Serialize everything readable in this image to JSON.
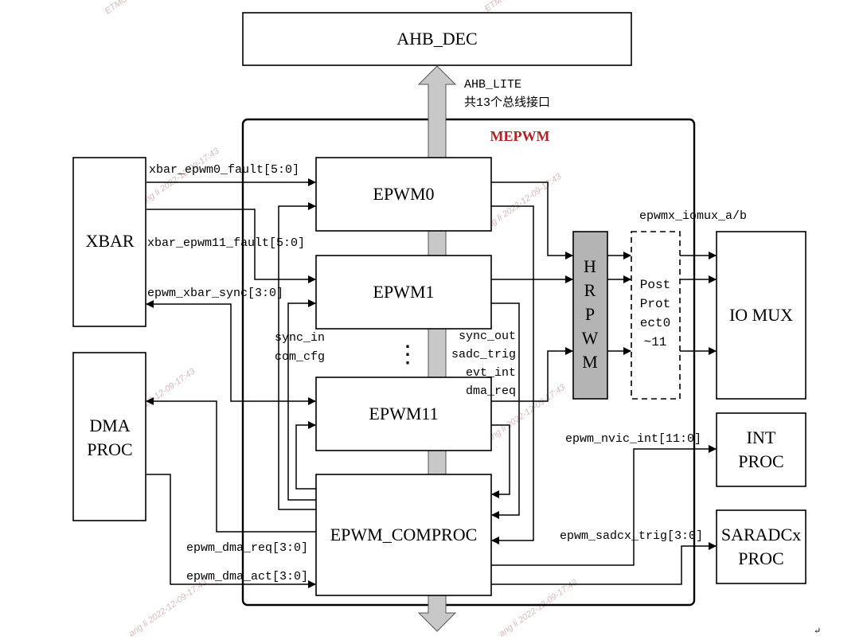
{
  "diagram": {
    "top_block": "AHB_DEC",
    "bus_label_1": "AHB_LITE",
    "bus_label_2": "共13个总线接口",
    "container_title": "MEPWM",
    "blocks": {
      "xbar": "XBAR",
      "dma_line1": "DMA",
      "dma_line2": "PROC",
      "epwm0": "EPWM0",
      "epwm1": "EPWM1",
      "epwm11": "EPWM11",
      "compproc": "EPWM_COMPROC",
      "hrpwm_letters": [
        "H",
        "R",
        "P",
        "W",
        "M"
      ],
      "post_lines": [
        "Post",
        "Prot",
        "ect0",
        "~11"
      ],
      "io_mux": "IO MUX",
      "int_line1": "INT",
      "int_line2": "PROC",
      "saradc_line1": "SARADCx",
      "saradc_line2": "PROC"
    },
    "signals": {
      "xbar_fault0": "xbar_epwm0_fault[5:0]",
      "xbar_fault11": "xbar_epwm11_fault[5:0]",
      "xbar_sync": "epwm_xbar_sync[3:0]",
      "sync_in": "sync_in",
      "com_cfg": "com_cfg",
      "sync_out": "sync_out",
      "sadc_trig": "sadc_trig",
      "evt_int": "evt_int",
      "dma_req_short": "dma_req",
      "iomux": "epwmx_iomux_a/b",
      "nvic_int": "epwm_nvic_int[11:0]",
      "sadcx_trig": "epwm_sadcx_trig[3:0]",
      "dma_req": "epwm_dma_req[3:0]",
      "dma_act": "epwm_dma_act[3:0]"
    },
    "ellipsis": "⋮",
    "corner_mark": "↵",
    "watermark_text": "ang li 2022-12-09-17:43",
    "watermark_short": "ETMCU",
    "colors": {
      "container_title": "#b22222",
      "bus_fill": "#c8c8c8",
      "hrpwm_fill": "#b4b4b4",
      "watermark": "#d9b8b8"
    }
  }
}
